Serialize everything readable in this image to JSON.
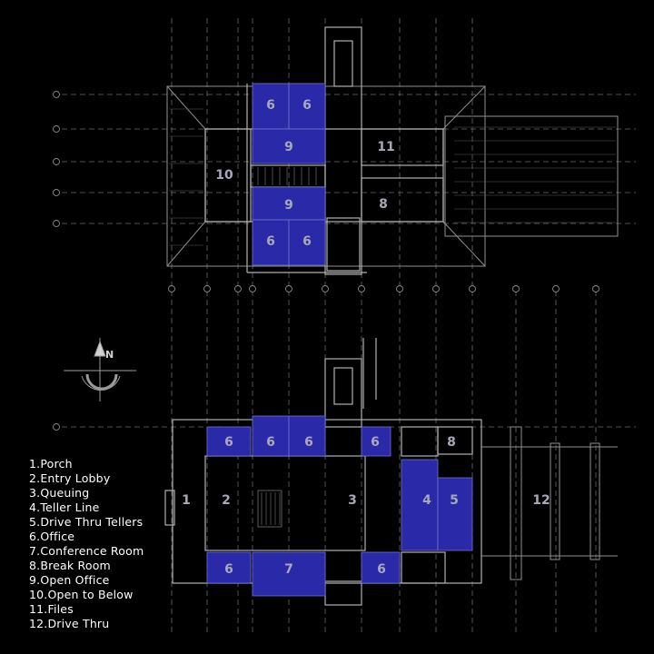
{
  "colors": {
    "background": "#000000",
    "linework": "#8f8f8f",
    "gridline": "#6a6a6a",
    "highlight": "#2a2aa8",
    "room_number": "#a8a8b8",
    "legend_text": "#ffffff"
  },
  "icons": {
    "north_arrow": "north-arrow-icon"
  },
  "north_label": "N",
  "upper_floor": {
    "room_labels": [
      "6",
      "6",
      "9",
      "9",
      "6",
      "6",
      "10",
      "11",
      "8"
    ]
  },
  "ground_floor": {
    "room_labels": [
      "6",
      "6",
      "6",
      "6",
      "1",
      "2",
      "3",
      "4",
      "5",
      "8",
      "12",
      "6",
      "7",
      "6"
    ]
  },
  "legend": [
    "1.Porch",
    "2.Entry Lobby",
    "3.Queuing",
    "4.Teller Line",
    "5.Drive Thru Tellers",
    "6.Office",
    "7.Conference Room",
    "8.Break Room",
    "9.Open Office",
    "10.Open to Below",
    "11.Files",
    "12.Drive Thru"
  ]
}
